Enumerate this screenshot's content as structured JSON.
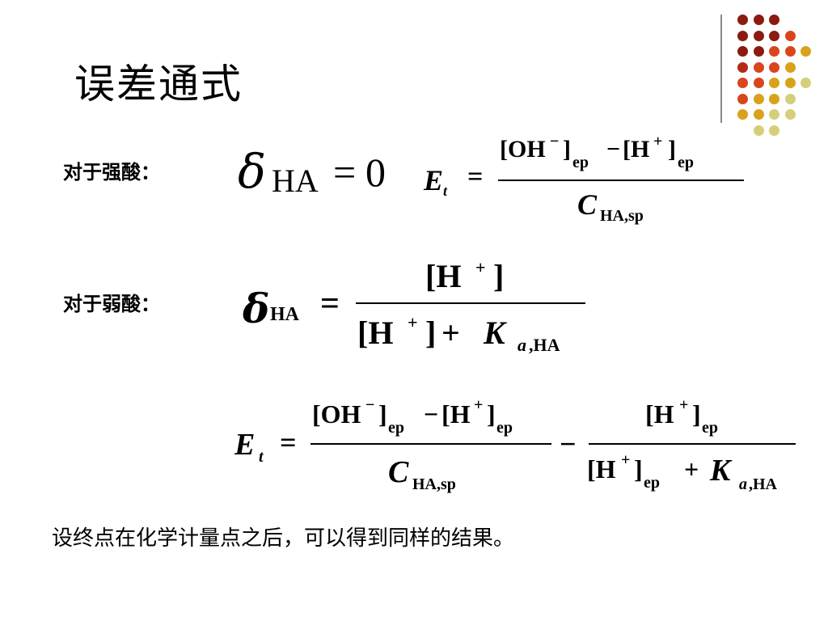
{
  "title": "误差通式",
  "labels": {
    "strong_acid": "对于强酸：",
    "weak_acid": "对于弱酸："
  },
  "bottom_text": "设终点在化学计量点之后，可以得到同样的结果。",
  "formula_strong": {
    "delta": "δ",
    "delta_sub": "HA",
    "equals": "=",
    "value": "0"
  },
  "formula_et_strong": {
    "lhs": "E",
    "lhs_sub": "t",
    "equals": "=",
    "numerator": {
      "oh": "[OH",
      "oh_sup": "−",
      "oh_close": "]",
      "oh_sub": "ep",
      "minus": "−",
      "h": "[H",
      "h_sup": "+",
      "h_close": "]",
      "h_sub": "ep"
    },
    "denominator": {
      "c": "C",
      "c_sub": "HA,sp"
    }
  },
  "formula_weak": {
    "delta": "δ",
    "delta_sub": "HA",
    "equals": "=",
    "numerator": {
      "h": "[H",
      "h_sup": "+",
      "h_close": "]"
    },
    "denominator": {
      "h": "[H",
      "h_sup": "+",
      "h_close": "]",
      "plus": "+",
      "k": "K",
      "k_sub_a": "a",
      "k_sub_rest": ",HA"
    }
  },
  "formula_general": {
    "lhs": "E",
    "lhs_sub": "t",
    "equals": "=",
    "frac1": {
      "oh": "[OH",
      "oh_sup": "−",
      "oh_close": "]",
      "oh_sub": "ep",
      "minus": "−",
      "h": "[H",
      "h_sup": "+",
      "h_close": "]",
      "h_sub": "ep",
      "c": "C",
      "c_sub": "HA,sp"
    },
    "minus": "−",
    "frac2": {
      "h": "[H",
      "h_sup": "+",
      "h_close": "]",
      "h_sub": "ep",
      "dh": "[H",
      "dh_sup": "+",
      "dh_close": "]",
      "dh_sub": "ep",
      "plus": "+",
      "k": "K",
      "k_sub_a": "a",
      "k_sub_rest": ",HA"
    }
  },
  "decoration": {
    "dot_colors": [
      "#8b1a12",
      "#b52a16",
      "#d9461c",
      "#d9a21a",
      "#d4cf7a"
    ]
  }
}
